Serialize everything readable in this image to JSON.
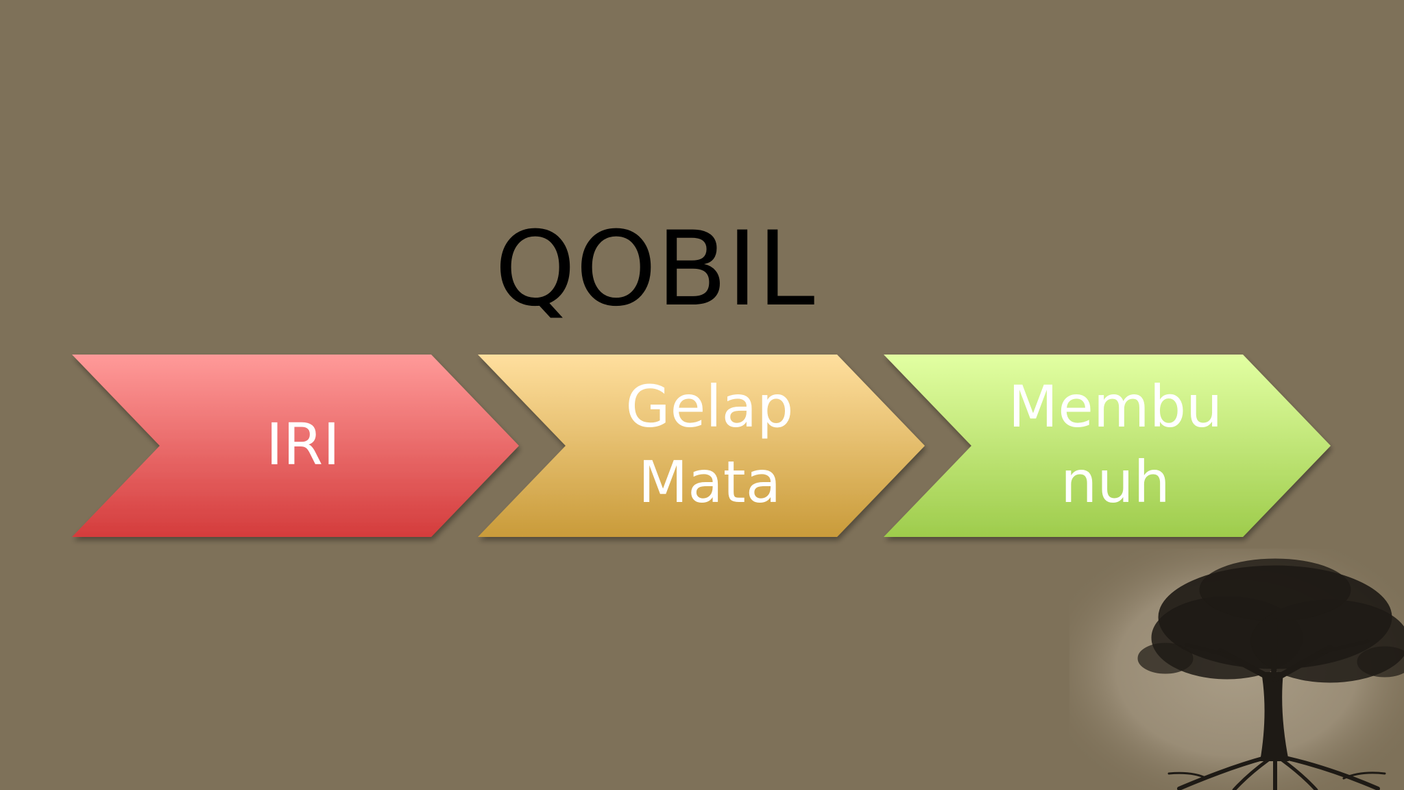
{
  "slide": {
    "title": "QOBIL",
    "title_color": "#000000",
    "background_color": "#7e7159",
    "steps": [
      {
        "lines": [
          "IRI"
        ],
        "color_top": "#ff9a99",
        "color_bottom": "#d43c3c"
      },
      {
        "lines": [
          "Gelap",
          "Mata"
        ],
        "color_top": "#ffdf9e",
        "color_bottom": "#c99b3a"
      },
      {
        "lines": [
          "Membu",
          "nuh"
        ],
        "color_top": "#e2ffa2",
        "color_bottom": "#9ecc4c"
      }
    ],
    "decoration": {
      "icon": "tree-with-roots-icon"
    }
  }
}
